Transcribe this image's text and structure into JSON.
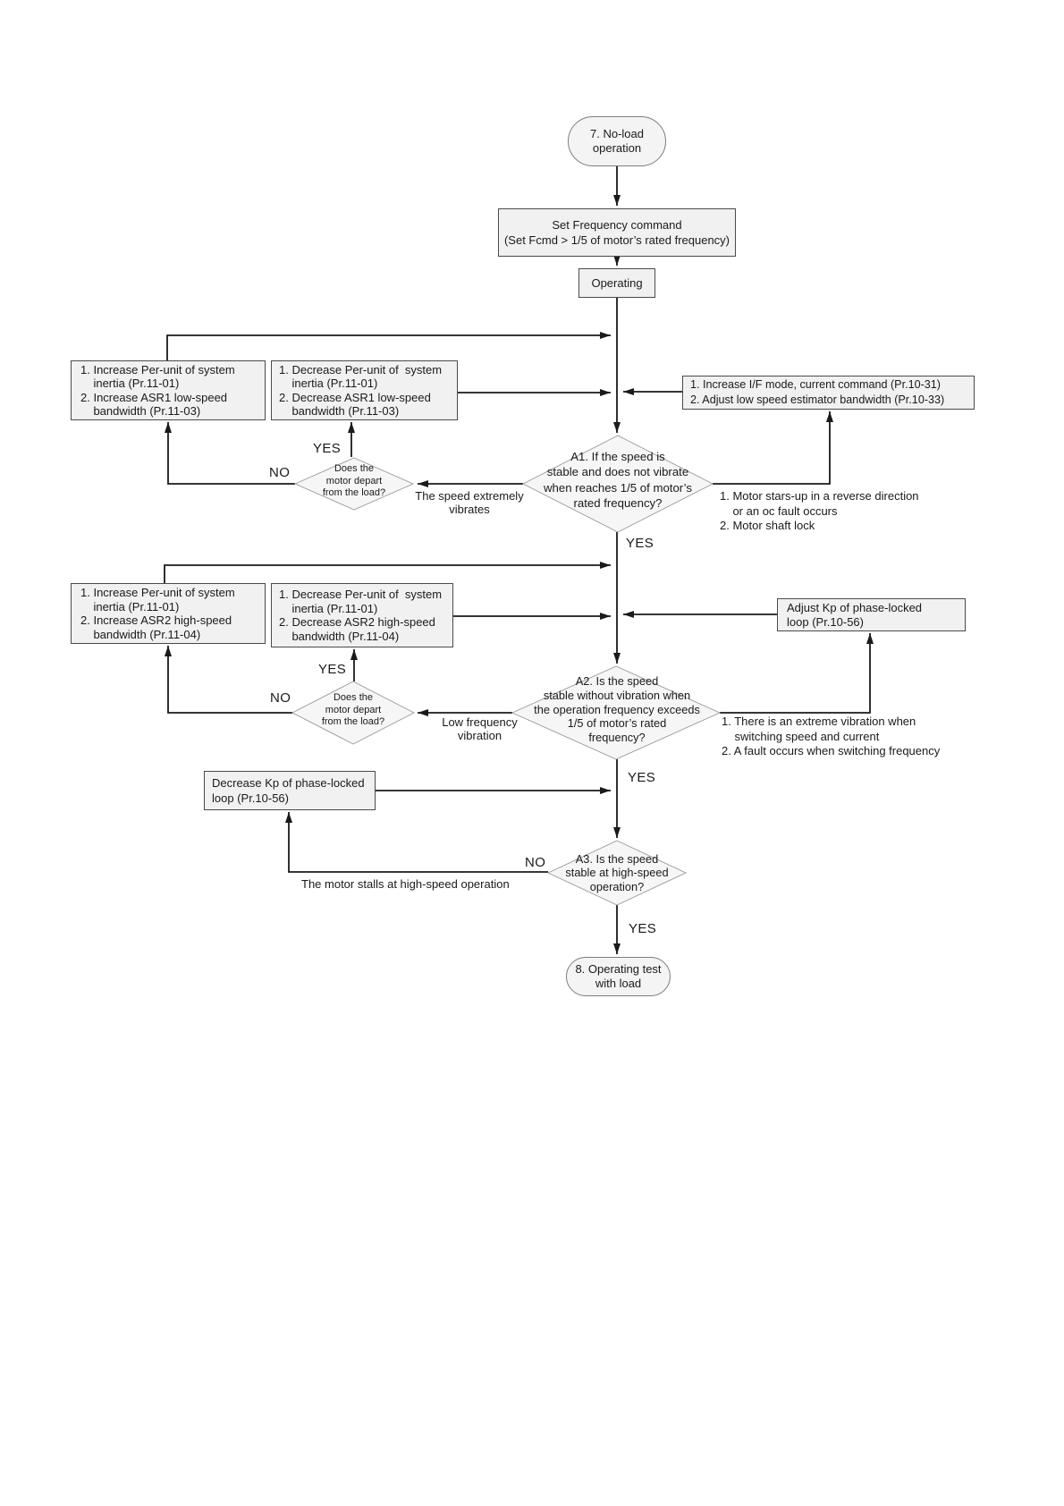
{
  "colors": {
    "node_fill": "#f1f1f1",
    "diamond_fill": "#f6f6f6",
    "line": "#1a1a1a",
    "node_border": "#4a4a4a"
  },
  "flowchart": {
    "nodes": {
      "start": "7. No-load\noperation",
      "set_frequency": "Set Frequency command\n(Set Fcmd > 1/5 of motor’s rated frequency)",
      "operating": "Operating",
      "box_increase_asr1": "1. Increase Per-unit of system\n    inertia (Pr.11-01)\n2. Increase ASR1 low-speed\n    bandwidth (Pr.11-03)",
      "box_decrease_asr1": "1. Decrease Per-unit of  system\n    inertia (Pr.11-01)\n2. Decrease ASR1 low-speed\n    bandwidth (Pr.11-03)",
      "box_if_mode": "1. Increase I/F mode, current command (Pr.10-31)\n2. Adjust low speed estimator bandwidth (Pr.10-33)",
      "diamond_a1": "A1. If the speed is\nstable and does not vibrate\nwhen reaches 1/5 of motor’s\nrated frequency?",
      "diamond_depart1": "Does the\nmotor depart\nfrom the load?",
      "box_increase_asr2": "1. Increase Per-unit of system\n    inertia (Pr.11-01)\n2. Increase ASR2 high-speed\n    bandwidth (Pr.11-04)",
      "box_decrease_asr2": "1. Decrease Per-unit of  system\n    inertia (Pr.11-01)\n2. Decrease ASR2 high-speed\n    bandwidth (Pr.11-04)",
      "box_adjust_kp": "Adjust Kp of phase-locked\nloop (Pr.10-56)",
      "diamond_a2": "A2. Is the speed\nstable without vibration when\nthe operation frequency exceeds\n1/5 of motor’s rated\nfrequency?",
      "diamond_depart2": "Does the\nmotor depart\nfrom the load?",
      "box_decrease_kp": "Decrease Kp of phase-locked\nloop (Pr.10-56)",
      "diamond_a3": "A3. Is the speed\nstable at high-speed\noperation?",
      "end": "8. Operating test\nwith load"
    },
    "labels": {
      "speed_vibrates": "The speed extremely\nvibrates",
      "reverse_note": "1. Motor stars-up in a reverse direction\n    or an oc fault occurs\n2. Motor shaft lock",
      "low_freq_vibration": "Low frequency\nvibration",
      "switching_note": "1. There is an extreme vibration when\n    switching speed and current\n2. A fault occurs when switching frequency",
      "motor_stalls": "The motor stalls at high-speed operation"
    },
    "branch": {
      "yes": "YES",
      "no": "NO"
    }
  }
}
